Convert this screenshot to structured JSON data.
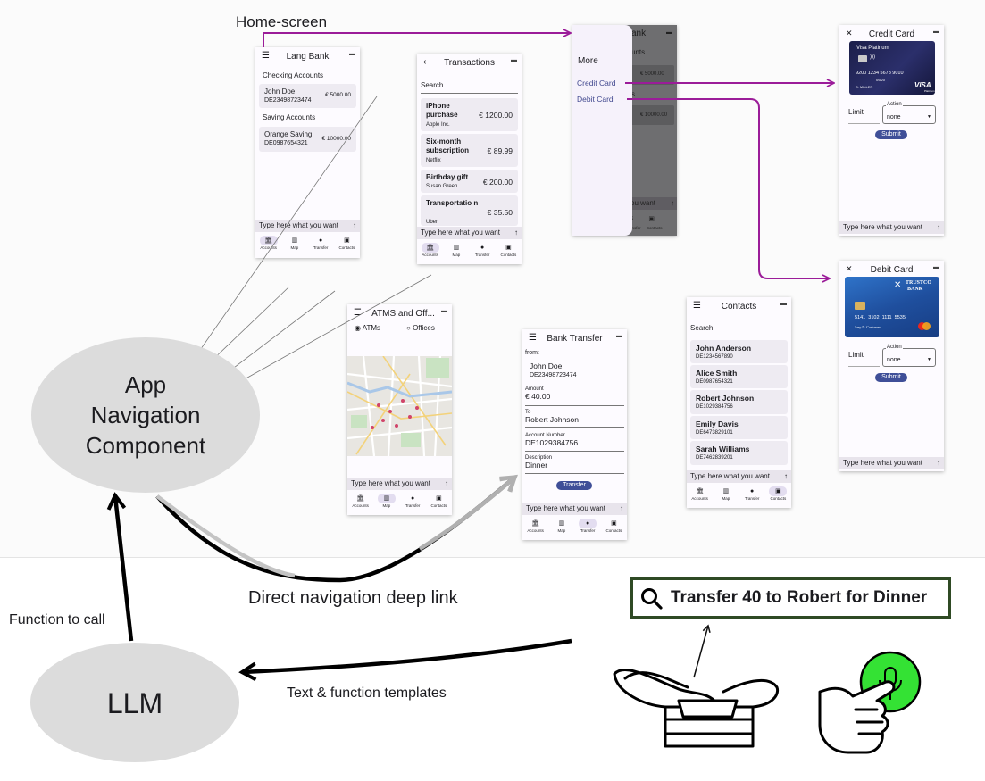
{
  "home_label": "Home-screen",
  "phones": {
    "home": {
      "title": "Lang Bank",
      "checking_header": "Checking Accounts",
      "checking_name": "John Doe",
      "checking_iban": "DE23498723474",
      "checking_amount": "€ 5000.00",
      "saving_header": "Saving Accounts",
      "saving_name": "Orange Saving",
      "saving_iban": "DE0987654321",
      "saving_amount": "€ 10000.00"
    },
    "transactions": {
      "title": "Transactions",
      "search": "Search",
      "items": [
        {
          "name": "iPhone purchase",
          "sub": "Apple Inc.",
          "amount": "€ 1200.00"
        },
        {
          "name": "Six-month subscription",
          "sub": "Netflix",
          "amount": "€ 89.99"
        },
        {
          "name": "Birthday gift",
          "sub": "Susan Green",
          "amount": "€ 200.00"
        },
        {
          "name": "Transportatio n",
          "sub": "Uber",
          "amount": "€ 35.50"
        }
      ]
    },
    "drawer": {
      "bg_title": "ank",
      "bg_sub": "unts",
      "bg_amount1": "€ 5000.00",
      "bg_amount2": "€ 10000.00",
      "bg_sub2": "s",
      "bg_chat": "ou want",
      "bg_nav1": "ansfer",
      "bg_nav2": "Contacts",
      "title": "More",
      "item1": "Credit Card",
      "item2": "Debit Card"
    },
    "credit": {
      "title": "Credit Card",
      "card_brand": "Visa Platinum",
      "card_number": "9200 1234 5678 9010",
      "card_exp": "09/20",
      "card_holder": "S. MILLER",
      "card_logo": "VISA",
      "card_logo_sub": "Platinum",
      "limit": "Limit",
      "action_label": "Action",
      "action_value": "none",
      "submit": "Submit"
    },
    "debit": {
      "title": "Debit Card",
      "bank1": "TRUSTCO",
      "bank2": "BANK",
      "card_number": "5141  3102  1111  5535",
      "card_holder": "Joey D. Customer",
      "limit": "Limit",
      "action_label": "Action",
      "action_value": "none",
      "submit": "Submit"
    },
    "atms": {
      "title": "ATMS and Off...",
      "radio1": "ATMs",
      "radio2": "Offices"
    },
    "transfer": {
      "title": "Bank Transfer",
      "from_label": "from:",
      "from_name": "John Doe",
      "from_iban": "DE23498723474",
      "amount_label": "Amount",
      "amount_value": "€ 40.00",
      "to_label": "To",
      "to_value": "Robert Johnson",
      "acc_label": "Account Number",
      "acc_value": "DE1029384756",
      "desc_label": "Description",
      "desc_value": "Dinner",
      "button": "Transfer"
    },
    "contacts": {
      "title": "Contacts",
      "search": "Search",
      "items": [
        {
          "name": "John Anderson",
          "iban": "DE1234567890"
        },
        {
          "name": "Alice Smith",
          "iban": "DE0987654321"
        },
        {
          "name": "Robert Johnson",
          "iban": "DE1029384756"
        },
        {
          "name": "Emily Davis",
          "iban": "DE6473829101"
        },
        {
          "name": "Sarah Williams",
          "iban": "DE7462839201"
        }
      ]
    }
  },
  "chat_placeholder": "Type here what you want",
  "nav": {
    "accounts": "Accounts",
    "map": "Map",
    "transfer": "Transfer",
    "contacts": "Contacts"
  },
  "diagram": {
    "app_nav_line1": "App",
    "app_nav_line2": "Navigation",
    "app_nav_line3": "Component",
    "llm": "LLM",
    "deep_link": "Direct navigation deep link",
    "function_to_call": "Function to call",
    "text_templates": "Text & function templates",
    "query": "Transfer 40 to Robert for Dinner"
  },
  "colors": {
    "accent": "#3f4f98",
    "arrow_purple": "#9b1c99",
    "query_border": "#2f4a24",
    "mic_green": "#34e234",
    "ellipse": "#dcdcdc"
  }
}
